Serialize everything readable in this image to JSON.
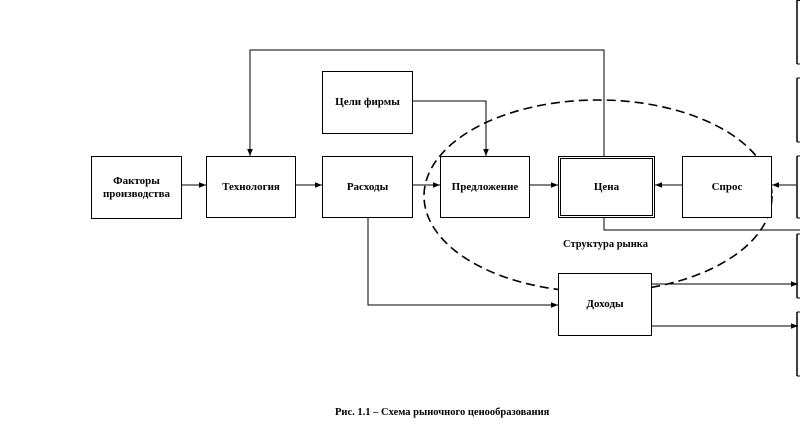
{
  "boxes": {
    "factors": "Факторы производства",
    "technology": "Технология",
    "expenses": "Расходы",
    "supply": "Предложение",
    "price": "Цена",
    "demand": "Спрос",
    "firm_goals": "Цели фирмы",
    "income": "Доходы"
  },
  "market_structure_label": "Структура рынка",
  "caption": "Рис. 1.1 – Схема рыночного ценообразования"
}
